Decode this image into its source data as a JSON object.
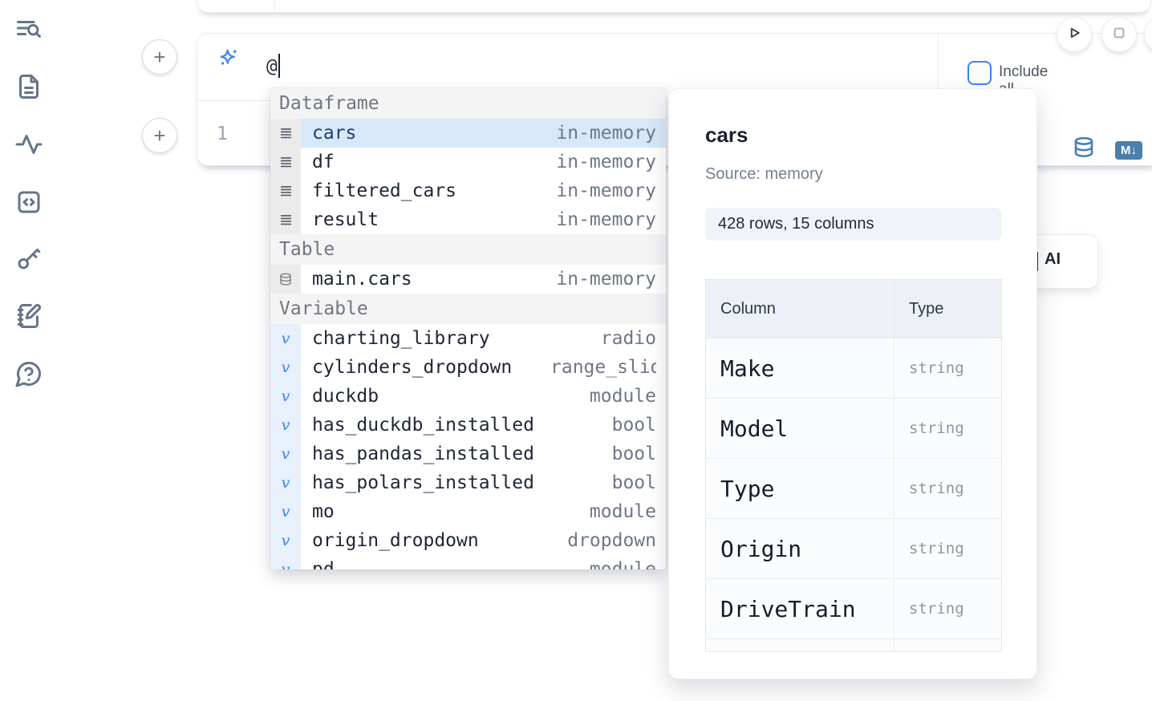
{
  "sidebar": {
    "items": [
      {
        "icon": "list-search"
      },
      {
        "icon": "file-text"
      },
      {
        "icon": "activity"
      },
      {
        "icon": "code-square"
      },
      {
        "icon": "key"
      },
      {
        "icon": "notebook-pen"
      },
      {
        "icon": "help-message"
      }
    ]
  },
  "toolbar": {
    "include_all_code_label": "Include all code"
  },
  "prompt": {
    "value": "@"
  },
  "editor": {
    "line_number": "1",
    "markdown_badge": "M↓"
  },
  "ai_card": {
    "visible_label": "AI"
  },
  "autocomplete": {
    "sections": [
      {
        "label": "Dataframe",
        "rows": [
          {
            "name": "cars",
            "type": "in-memory",
            "selected": true
          },
          {
            "name": "df",
            "type": "in-memory"
          },
          {
            "name": "filtered_cars",
            "type": "in-memory"
          },
          {
            "name": "result",
            "type": "in-memory"
          }
        ]
      },
      {
        "label": "Table",
        "rows": [
          {
            "name": "main.cars",
            "type": "in-memory"
          }
        ]
      },
      {
        "label": "Variable",
        "rows": [
          {
            "name": "charting_library",
            "type": "radio"
          },
          {
            "name": "cylinders_dropdown",
            "type": "range_slider",
            "type_clipped": true
          },
          {
            "name": "duckdb",
            "type": "module"
          },
          {
            "name": "has_duckdb_installed",
            "type": "bool"
          },
          {
            "name": "has_pandas_installed",
            "type": "bool"
          },
          {
            "name": "has_polars_installed",
            "type": "bool"
          },
          {
            "name": "mo",
            "type": "module"
          },
          {
            "name": "origin_dropdown",
            "type": "dropdown"
          },
          {
            "name": "pd",
            "type": "module"
          }
        ]
      }
    ]
  },
  "preview": {
    "title": "cars",
    "source": "Source: memory",
    "shape": "428 rows, 15 columns",
    "table": {
      "headers": [
        "Column",
        "Type"
      ],
      "rows": [
        {
          "column": "Make",
          "type": "string"
        },
        {
          "column": "Model",
          "type": "string"
        },
        {
          "column": "Type",
          "type": "string"
        },
        {
          "column": "Origin",
          "type": "string"
        },
        {
          "column": "DriveTrain",
          "type": "string"
        },
        {
          "column": "",
          "type": ""
        }
      ]
    }
  },
  "colors": {
    "accent_blue": "#3b82f6",
    "steel_blue": "#4a80ad",
    "selection_bg": "#d7e8fa",
    "sidebar_icon": "#64748b"
  }
}
